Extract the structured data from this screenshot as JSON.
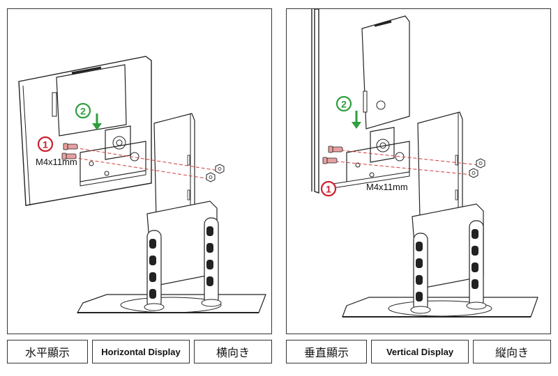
{
  "panels": [
    {
      "id": "horizontal",
      "screw_label": "M4x11mm",
      "step1": "1",
      "step2": "2",
      "labels": {
        "jp": "水平顯示",
        "en": "Horizontal Display",
        "jp2": "横向き"
      }
    },
    {
      "id": "vertical",
      "screw_label": "M4x11mm",
      "step1": "1",
      "step2": "2",
      "labels": {
        "jp": "垂直顯示",
        "en": "Vertical Display",
        "jp2": "縦向き"
      }
    }
  ],
  "colors": {
    "line": "#222222",
    "step1": "#cc1f2d",
    "step2": "#2e9e3e",
    "dash": "#d23a3a",
    "screw": "#e7a0a0"
  }
}
